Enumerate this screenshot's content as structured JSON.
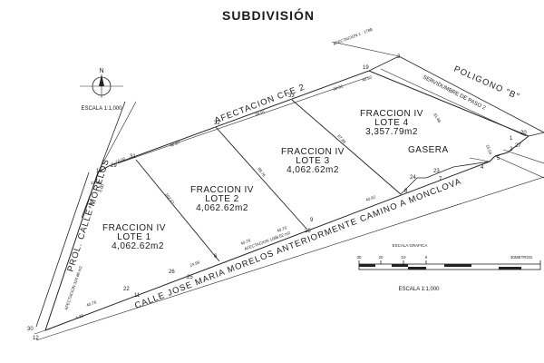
{
  "title": "SUBDIVISIÓN",
  "north": {
    "letter": "N",
    "scale_label": "ESCALA 1:1,000"
  },
  "lots": [
    {
      "name": "FRACCION IV",
      "lote": "LOTE 1",
      "area": "4,062.62m2"
    },
    {
      "name": "FRACCION IV",
      "lote": "LOTE 2",
      "area": "4,062.62m2"
    },
    {
      "name": "FRACCION IV",
      "lote": "LOTE 3",
      "area": "4,062.62m2"
    },
    {
      "name": "FRACCION IV",
      "lote": "LOTE 4",
      "area": "3,357.79m2"
    }
  ],
  "labels": {
    "afectacion_cfe": "AFECTACION CFE 2",
    "poligono": "POLIGONO \"B\"",
    "servidumbre": "SERVIDUMBRE DE PASO 2",
    "gasera": "GASERA",
    "prol_calle": "PROL. CALLE MORELOS",
    "calle_principal": "CALLE JOSE MARIA MORELOS ANTERIORMENTE CAMINO A MONCLOVA",
    "afectacion_top": "AFECTACION 1 : 1788",
    "afectacion_left": "AFECTACION 324.86 m2",
    "afectacion_bottom": "AFECTACION 1088.62 m2"
  },
  "vertices": [
    "19",
    "3",
    "33",
    "32",
    "31",
    "29",
    "13",
    "12",
    "30",
    "11",
    "22",
    "26",
    "25",
    "6",
    "9",
    "28",
    "8",
    "24",
    "23",
    "7",
    "4",
    "5",
    "2",
    "20",
    "1",
    "27"
  ],
  "dimensions": {
    "top": [
      "10.00",
      "40.97",
      "39.91",
      "38.91",
      "40.92"
    ],
    "left": [
      "13.00",
      "6.00",
      "4.00"
    ],
    "bottom": [
      "24.90",
      "40.76",
      "40.70",
      "40.62",
      "40.76"
    ],
    "interior": [
      "4.33",
      "102.27",
      "89.76",
      "87.89",
      "81.68",
      "15.04"
    ]
  },
  "graphic_scale": {
    "title": "ESCALA GRAFICA",
    "ticks": [
      "30",
      "20",
      "10",
      "0",
      "30METROS"
    ],
    "scale_label": "ESCALA 1:1,000"
  }
}
